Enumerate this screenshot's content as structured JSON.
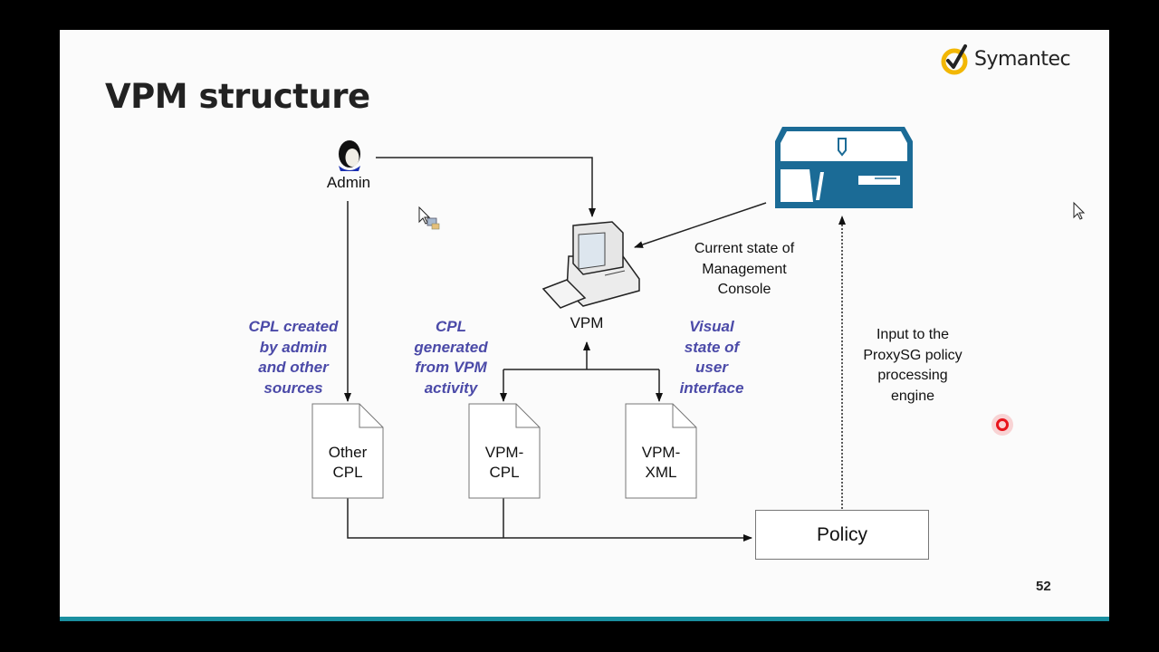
{
  "slide": {
    "title": "VPM structure",
    "page_number": "52",
    "brand": {
      "name": "Symantec",
      "suffix": ".",
      "accent_color": "#f2b705"
    },
    "bottom_bar_color": "#1a8fa0"
  },
  "diagram": {
    "nodes": {
      "admin": {
        "label": "Admin",
        "icon": "person-icon"
      },
      "vpm": {
        "label": "VPM",
        "icon": "computer-icon"
      },
      "appliance": {
        "icon": "proxysg-appliance-icon",
        "color": "#1b6b96"
      },
      "other_cpl": {
        "label_line1": "Other",
        "label_line2": "CPL"
      },
      "vpm_cpl": {
        "label_line1": "VPM-",
        "label_line2": "CPL"
      },
      "vpm_xml": {
        "label_line1": "VPM-",
        "label_line2": "XML"
      },
      "policy": {
        "label": "Policy"
      }
    },
    "annotations": {
      "cpl_created": [
        "CPL created",
        "by admin",
        "and other",
        "sources"
      ],
      "cpl_generated": [
        "CPL",
        "generated",
        "from VPM",
        "activity"
      ],
      "visual_state": [
        "Visual",
        "state of",
        "user",
        "interface"
      ],
      "current_state": [
        "Current state of",
        "Management",
        "Console"
      ],
      "input_to": [
        "Input to the",
        "ProxySG policy",
        "processing",
        "engine"
      ]
    },
    "annotation_color": "#4b4aa8",
    "edges": [
      {
        "from": "admin",
        "to": "vpm"
      },
      {
        "from": "admin",
        "to": "other_cpl"
      },
      {
        "from": "appliance",
        "to": "vpm",
        "label": "current_state"
      },
      {
        "from": "vpm",
        "to": "vpm_cpl"
      },
      {
        "from": "vpm",
        "to": "vpm_xml"
      },
      {
        "from": "other_cpl",
        "to": "policy"
      },
      {
        "from": "vpm_cpl",
        "to": "policy"
      },
      {
        "from": "policy",
        "to": "appliance",
        "style": "dotted",
        "label": "input_to"
      }
    ]
  },
  "overlay": {
    "recording_indicator_color": "#e8141c"
  }
}
